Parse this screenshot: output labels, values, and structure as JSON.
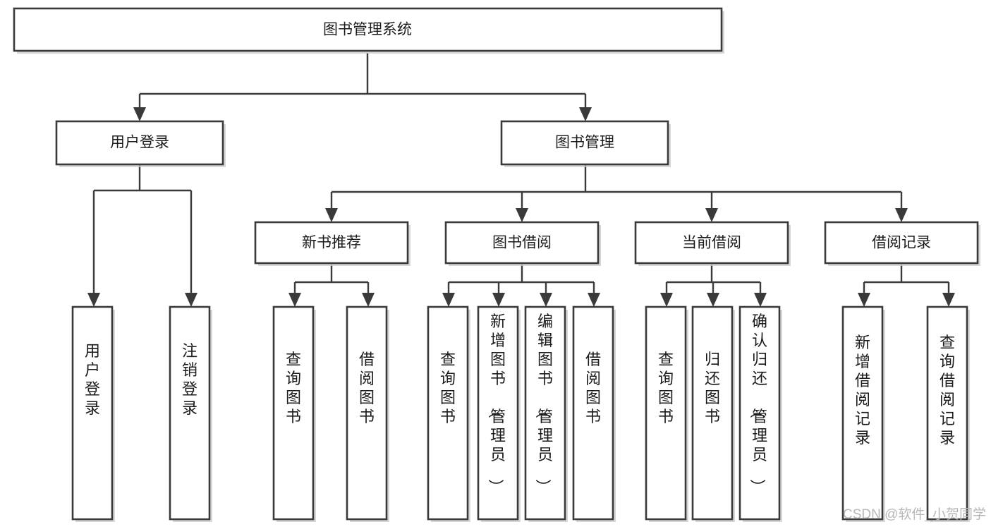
{
  "diagram": {
    "title": "图书管理系统",
    "type": "hierarchy-tree",
    "orientation": "top-down",
    "levels": 4,
    "root": {
      "id": "root",
      "label": "图书管理系统",
      "orientation": "horizontal"
    },
    "level2": [
      {
        "id": "user-login",
        "label": "用户登录",
        "orientation": "horizontal"
      },
      {
        "id": "book-manage",
        "label": "图书管理",
        "orientation": "horizontal"
      }
    ],
    "level3": [
      {
        "id": "new-book-rec",
        "label": "新书推荐",
        "orientation": "horizontal",
        "parent": "book-manage"
      },
      {
        "id": "book-borrow",
        "label": "图书借阅",
        "orientation": "horizontal",
        "parent": "book-manage"
      },
      {
        "id": "current-borrow",
        "label": "当前借阅",
        "orientation": "horizontal",
        "parent": "book-manage"
      },
      {
        "id": "borrow-record",
        "label": "借阅记录",
        "orientation": "horizontal",
        "parent": "book-manage"
      }
    ],
    "leaves": [
      {
        "id": "leaf-user-login",
        "label": "用户登录",
        "orientation": "vertical",
        "parent": "user-login"
      },
      {
        "id": "leaf-logout",
        "label": "注销登录",
        "orientation": "vertical",
        "parent": "user-login"
      },
      {
        "id": "leaf-query-book-1",
        "label": "查询图书",
        "orientation": "vertical",
        "parent": "new-book-rec"
      },
      {
        "id": "leaf-borrow-book-1",
        "label": "借阅图书",
        "orientation": "vertical",
        "parent": "new-book-rec"
      },
      {
        "id": "leaf-query-book-2",
        "label": "查询图书",
        "orientation": "vertical",
        "parent": "book-borrow"
      },
      {
        "id": "leaf-add-book",
        "label": "新增图书（管理员）",
        "orientation": "vertical",
        "parent": "book-borrow"
      },
      {
        "id": "leaf-edit-book",
        "label": "编辑图书（管理员）",
        "orientation": "vertical",
        "parent": "book-borrow"
      },
      {
        "id": "leaf-borrow-book-2",
        "label": "借阅图书",
        "orientation": "vertical",
        "parent": "book-borrow"
      },
      {
        "id": "leaf-query-book-3",
        "label": "查询图书",
        "orientation": "vertical",
        "parent": "current-borrow"
      },
      {
        "id": "leaf-return-book",
        "label": "归还图书",
        "orientation": "vertical",
        "parent": "current-borrow"
      },
      {
        "id": "leaf-confirm-return",
        "label": "确认归还（管理员）",
        "orientation": "vertical",
        "parent": "current-borrow"
      },
      {
        "id": "leaf-add-record",
        "label": "新增借阅记录",
        "orientation": "vertical",
        "parent": "borrow-record"
      },
      {
        "id": "leaf-query-record",
        "label": "查询借阅记录",
        "orientation": "vertical",
        "parent": "borrow-record"
      }
    ]
  },
  "watermark": {
    "text": "CSDN @软件_小贺同学"
  },
  "colors": {
    "background": "#ffffff",
    "box_fill": "#ffffff",
    "box_stroke": "#3a3a3a",
    "connector": "#3a3a3a",
    "text": "#1b1b1b",
    "watermark": "#b7b7b7",
    "shadow": "#c9c9c9"
  }
}
